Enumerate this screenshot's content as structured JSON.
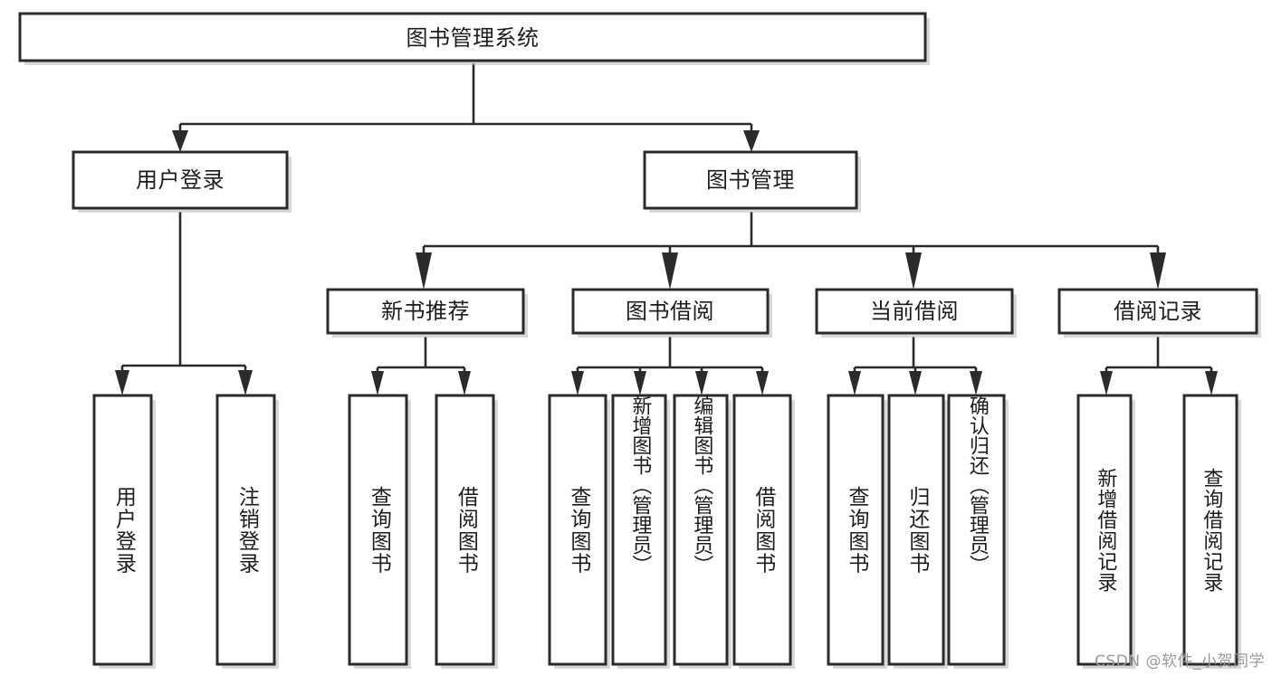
{
  "diagram": {
    "title": "图书管理系统",
    "type": "tree",
    "orientation": "top-down",
    "colors": {
      "box_fill": "#ffffff",
      "box_stroke": "#2b2b2b",
      "connector": "#2b2b2b",
      "text": "#1c1c1c",
      "shadow": "#b9b9b9",
      "watermark": "#9a9a9a",
      "background": "#ffffff"
    },
    "watermark": "CSDN @软件_小贺同学"
  },
  "nodes": {
    "root": {
      "label": "图书管理系统",
      "level": 0,
      "orientation": "horizontal"
    },
    "level1": [
      {
        "id": "user-login",
        "label": "用户登录",
        "orientation": "horizontal"
      },
      {
        "id": "book-management",
        "label": "图书管理",
        "orientation": "horizontal"
      }
    ],
    "level2": [
      {
        "id": "new-book-recommend",
        "label": "新书推荐",
        "parent": "book-management",
        "orientation": "horizontal"
      },
      {
        "id": "book-borrow",
        "label": "图书借阅",
        "parent": "book-management",
        "orientation": "horizontal"
      },
      {
        "id": "current-borrow",
        "label": "当前借阅",
        "parent": "book-management",
        "orientation": "horizontal"
      },
      {
        "id": "borrow-record",
        "label": "借阅记录",
        "parent": "book-management",
        "orientation": "horizontal"
      }
    ],
    "leaves": [
      {
        "id": "leaf-user-login",
        "label": "用户登录",
        "parent": "user-login",
        "orientation": "vertical"
      },
      {
        "id": "leaf-user-logout",
        "label": "注销登录",
        "parent": "user-login",
        "orientation": "vertical"
      },
      {
        "id": "leaf-query-book-1",
        "label": "查询图书",
        "parent": "new-book-recommend",
        "orientation": "vertical"
      },
      {
        "id": "leaf-borrow-book-1",
        "label": "借阅图书",
        "parent": "new-book-recommend",
        "orientation": "vertical"
      },
      {
        "id": "leaf-query-book-2",
        "label": "查询图书",
        "parent": "book-borrow",
        "orientation": "vertical"
      },
      {
        "id": "leaf-add-book",
        "label": "新增图书（管理员）",
        "parent": "book-borrow",
        "orientation": "vertical"
      },
      {
        "id": "leaf-edit-book",
        "label": "编辑图书（管理员）",
        "parent": "book-borrow",
        "orientation": "vertical"
      },
      {
        "id": "leaf-borrow-book-2",
        "label": "借阅图书",
        "parent": "book-borrow",
        "orientation": "vertical"
      },
      {
        "id": "leaf-query-book-3",
        "label": "查询图书",
        "parent": "current-borrow",
        "orientation": "vertical"
      },
      {
        "id": "leaf-return-book",
        "label": "归还图书",
        "parent": "current-borrow",
        "orientation": "vertical"
      },
      {
        "id": "leaf-confirm-return",
        "label": "确认归还（管理员）",
        "parent": "current-borrow",
        "orientation": "vertical"
      },
      {
        "id": "leaf-add-record",
        "label": "新增借阅记录",
        "parent": "borrow-record",
        "orientation": "vertical"
      },
      {
        "id": "leaf-query-record",
        "label": "查询借阅记录",
        "parent": "borrow-record",
        "orientation": "vertical"
      }
    ]
  }
}
